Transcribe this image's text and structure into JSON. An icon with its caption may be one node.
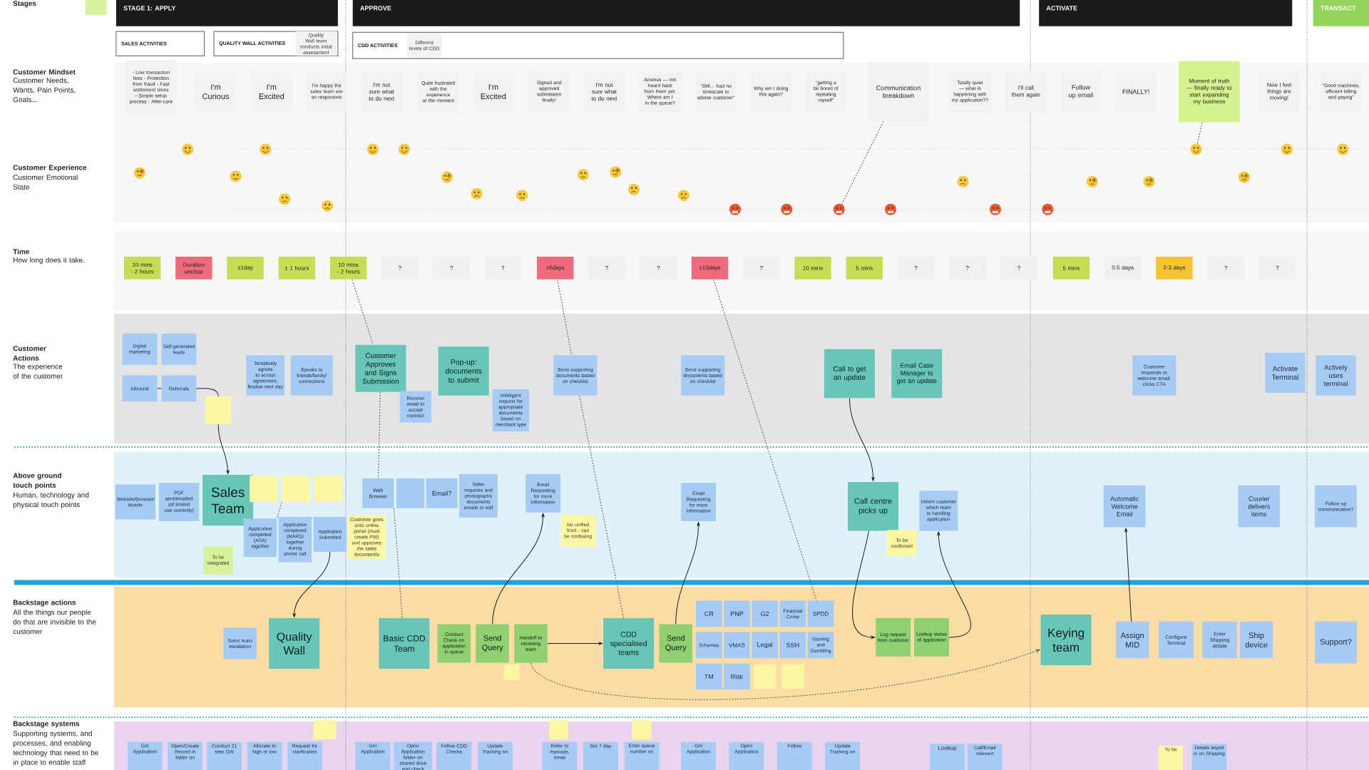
{
  "diagram": {
    "nodes": [
      {
        "text": [
          "STAGE 1: APPLY"
        ]
      },
      {
        "text": [
          "APPROVE"
        ]
      },
      {
        "text": [
          "ACTIVATE"
        ]
      },
      {
        "text": [
          "TRANSACT"
        ]
      },
      {
        "text": [
          "SALES ACTIVITIES"
        ]
      },
      {
        "text": [
          "QUALITY WALL ACTIVITIES"
        ]
      },
      {
        "text": [
          "Quality Wall team conducts initial assessment"
        ],
        "in": 5
      },
      {
        "text": [
          "CDD ACTIVITIES"
        ]
      },
      {
        "text": [
          "Different levels of CDD"
        ],
        "in": 7
      },
      {
        "text": [],
        "shape": "box"
      },
      {
        "text": [
          "- Low transaction fees - Protection from fraud - Fast settlement times - Simple setup process - After-care"
        ]
      },
      {
        "text": [
          "I'm Curious"
        ]
      },
      {
        "text": [
          "I'm Excited"
        ]
      },
      {
        "text": [
          "I'm happy the sales team are so responsive"
        ]
      },
      {
        "text": [
          "I'm not sure what to do next"
        ]
      },
      {
        "text": [
          "Quite frustrated with the experience at the moment"
        ]
      },
      {
        "text": [
          "I'm Excited"
        ]
      },
      {
        "text": [
          "Signed and approved submission finally!"
        ]
      },
      {
        "text": [
          "I'm not sure what to do next"
        ]
      },
      {
        "text": [
          "Anxious — not heard back from them yet. Where am I in the queue?"
        ]
      },
      {
        "text": [
          "\"Still... had no timescale to advise customer\""
        ]
      },
      {
        "text": [
          "Why am I doing this again?"
        ]
      },
      {
        "text": [
          "\"getting a bit bored of repeating myself\""
        ]
      },
      {
        "text": [
          "Communication breakdown"
        ]
      },
      {
        "text": [
          "Totally quiet — what is happening with my application??"
        ]
      },
      {
        "text": [
          "I'll call them again"
        ]
      },
      {
        "text": [
          "Follow up email"
        ]
      },
      {
        "text": [
          "FINALLY!"
        ]
      },
      {
        "text": [
          "Moment of truth — finally ready to start expanding my business"
        ]
      },
      {
        "text": [
          "Now I feel things are moving!"
        ]
      },
      {
        "text": [
          "\"Good machines, efficient billing and paying\""
        ]
      },
      {
        "text": [],
        "shape": "picture"
      },
      {
        "text": [],
        "shape": "picture"
      },
      {
        "text": [
          "10 mins - 2 hours"
        ]
      },
      {
        "text": [
          "Duration unclear"
        ]
      },
      {
        "text": [
          "±1day"
        ]
      },
      {
        "text": [
          "± 1 hours"
        ]
      },
      {
        "text": [
          "10 mins - 2 hours"
        ]
      },
      {
        "text": [
          "?"
        ]
      },
      {
        "text": [
          "?"
        ]
      },
      {
        "text": [
          "?"
        ]
      },
      {
        "text": [
          "±6days"
        ]
      },
      {
        "text": [
          "?"
        ]
      },
      {
        "text": [
          "?"
        ]
      },
      {
        "text": [
          "±13days"
        ]
      },
      {
        "text": [
          "?"
        ]
      },
      {
        "text": [
          "10 mins"
        ]
      },
      {
        "text": [
          "5 mins"
        ]
      },
      {
        "text": [
          "?"
        ]
      },
      {
        "text": [
          "?"
        ]
      },
      {
        "text": [
          "?"
        ]
      },
      {
        "text": [
          "5 mins"
        ]
      },
      {
        "text": [
          "0.5 days"
        ]
      },
      {
        "text": [
          "2-3 days"
        ]
      },
      {
        "text": [
          "?"
        ]
      },
      {
        "text": [
          "?"
        ]
      },
      {
        "text": [
          "Digital marketing"
        ]
      },
      {
        "text": [
          "Self-generated leads"
        ]
      },
      {
        "text": [
          "Inbound"
        ]
      },
      {
        "text": [
          "Referrals"
        ]
      },
      {
        "text": [],
        "shape": "box"
      },
      {
        "text": [
          "Tentatively agrees to accept agreement, finalise next day"
        ]
      },
      {
        "text": [
          "Speaks to friends/family/ connections"
        ]
      },
      {
        "text": [
          "Customer Approves and Signs Submission"
        ]
      },
      {
        "text": [
          "Receive email to accept contract"
        ]
      },
      {
        "text": [
          "Pop-up: documents to submit"
        ]
      },
      {
        "text": [
          "Intelligent request for appropriate documents based on merchant type"
        ]
      },
      {
        "text": [
          "Send supporting documents based on checklist"
        ]
      },
      {
        "text": [
          "Send supporting documents based on checklist"
        ]
      },
      {
        "text": [
          "Call to get an update"
        ]
      },
      {
        "text": [
          "Email Case Manager to get an update"
        ]
      },
      {
        "text": [
          "Customer responds to welcome email, clicks CTA"
        ]
      },
      {
        "text": [
          "Activate Terminal"
        ]
      },
      {
        "text": [
          "Actively uses terminal"
        ]
      },
      {
        "text": [
          "Website/Browser/ Mobile"
        ]
      },
      {
        "text": [
          "PDF sent/emailed (of limited use currently)"
        ]
      },
      {
        "text": [
          "Sales Team"
        ]
      },
      {
        "text": [],
        "shape": "box"
      },
      {
        "text": [],
        "shape": "box"
      },
      {
        "text": [],
        "shape": "box"
      },
      {
        "text": [
          "Application completed (ASA) together"
        ]
      },
      {
        "text": [
          "Application completed (MARS) together during phone call"
        ]
      },
      {
        "text": [
          "Application Submitted"
        ]
      },
      {
        "text": [
          "To be integrated"
        ]
      },
      {
        "text": [
          "Web Browser"
        ]
      },
      {
        "text": [],
        "shape": "box"
      },
      {
        "text": [
          "Email?"
        ]
      },
      {
        "text": [
          "Seller requests and photographs documents emails to self"
        ]
      },
      {
        "text": [
          "Customer goes onto online portal (must create PW) and approves the sales document/s"
        ]
      },
      {
        "text": [
          "Email Requesting for more information"
        ]
      },
      {
        "text": [
          "No unified front - can be confusing"
        ]
      },
      {
        "text": [
          "Email Requesting for more information"
        ]
      },
      {
        "text": [
          "Call centre picks up"
        ]
      },
      {
        "text": [
          "To be confirmed"
        ]
      },
      {
        "text": [
          "Inform customer which team is handling application"
        ]
      },
      {
        "text": [
          "Automatic Welcome Email"
        ]
      },
      {
        "text": [
          "Courier delivers items"
        ]
      },
      {
        "text": [
          "Follow up communication?"
        ]
      },
      {
        "text": [
          "Sales team escalation"
        ]
      },
      {
        "text": [
          "Quality Wall"
        ]
      },
      {
        "text": [
          "Basic CDD Team"
        ]
      },
      {
        "text": [
          "Conduct Check on application in queue"
        ]
      },
      {
        "text": [
          "Send Query"
        ]
      },
      {
        "text": [],
        "shape": "box"
      },
      {
        "text": [
          "Handoff to receiving team"
        ]
      },
      {
        "text": [
          "CDD specialised teams"
        ]
      },
      {
        "text": [
          "Send Query"
        ]
      },
      {
        "text": [
          "CR"
        ]
      },
      {
        "text": [
          "PNP"
        ]
      },
      {
        "text": [
          "G2"
        ]
      },
      {
        "text": [
          "Financial Crime"
        ]
      },
      {
        "text": [
          "SPDD"
        ]
      },
      {
        "text": [
          "Schemes"
        ]
      },
      {
        "text": [
          "VMAS"
        ]
      },
      {
        "text": [
          "Legal"
        ]
      },
      {
        "text": [
          "SSH"
        ]
      },
      {
        "text": [
          "Gaming and Gambling"
        ]
      },
      {
        "text": [
          "TM"
        ]
      },
      {
        "text": [
          "Risk"
        ]
      },
      {
        "text": [],
        "shape": "box"
      },
      {
        "text": [],
        "shape": "box"
      },
      {
        "text": [
          "Log request from customer"
        ]
      },
      {
        "text": [
          "Lookup status of application"
        ]
      },
      {
        "text": [
          "Keying team"
        ]
      },
      {
        "text": [
          "Assign MID"
        ]
      },
      {
        "text": [
          "Configure Terminal"
        ]
      },
      {
        "text": [
          "Enter Shipping details"
        ]
      },
      {
        "text": [
          "Ship device"
        ]
      },
      {
        "text": [
          "Support?"
        ]
      },
      {
        "text": [
          "Get Application"
        ]
      },
      {
        "text": [
          "Open/Create Record in folder on"
        ]
      },
      {
        "text": [
          "Conduct 21 step QW"
        ]
      },
      {
        "text": [
          "Allocate to high or low"
        ]
      },
      {
        "text": [
          "Request for clarification"
        ]
      },
      {
        "text": [],
        "shape": "box"
      },
      {
        "text": [
          "Get Application"
        ]
      },
      {
        "text": [
          "Open Application folder on shared drive and check"
        ]
      },
      {
        "text": [
          "Follow CDD Checks"
        ]
      },
      {
        "text": [
          "Update Tracking on"
        ]
      },
      {
        "text": [],
        "shape": "box"
      },
      {
        "text": [
          "Refer to manuals, email"
        ]
      },
      {
        "text": [
          "Set 7 day"
        ]
      },
      {
        "text": [],
        "shape": "box"
      },
      {
        "text": [
          "Enter queue number on"
        ]
      },
      {
        "text": [
          "Get Application"
        ]
      },
      {
        "text": [
          "Open Application"
        ]
      },
      {
        "text": [
          "Follow"
        ]
      },
      {
        "text": [
          "Update Tracking on"
        ]
      },
      {
        "text": [
          "Lookup"
        ]
      },
      {
        "text": [
          "Call/Email relevant"
        ]
      },
      {
        "text": [
          "To be"
        ]
      },
      {
        "text": [
          "Details keyed in on Shipping"
        ]
      }
    ],
    "edges": [
      {
        "from": 59,
        "to": 60,
        "arrow": "none"
      },
      {
        "from": 58,
        "to": 59,
        "arrow": "none"
      },
      {
        "from": 60,
        "to": 76,
        "arrow": "to"
      },
      {
        "from": 82,
        "to": 99,
        "arrow": "to"
      },
      {
        "from": 37,
        "to": 63,
        "arrow": "none",
        "style": "dashed"
      },
      {
        "from": 63,
        "to": 84,
        "arrow": "none",
        "style": "dashed"
      },
      {
        "from": 84,
        "to": 100,
        "arrow": "none",
        "style": "dashed"
      },
      {
        "from": 41,
        "to": 67,
        "arrow": "none",
        "style": "dashed"
      },
      {
        "from": 67,
        "to": 105,
        "arrow": "none",
        "style": "dashed"
      },
      {
        "from": 44,
        "to": 111,
        "arrow": "none",
        "style": "dashed"
      },
      {
        "from": 23,
        "to": 31,
        "arrow": "none",
        "style": "dashed"
      },
      {
        "from": 28,
        "to": 32,
        "arrow": "none",
        "style": "dashed"
      },
      {
        "from": 102,
        "to": 89,
        "arrow": "to"
      },
      {
        "from": 104,
        "to": 105,
        "arrow": "to"
      },
      {
        "from": 106,
        "to": 91,
        "arrow": "to"
      },
      {
        "from": 69,
        "to": 92,
        "arrow": "to"
      },
      {
        "from": 92,
        "to": 121,
        "arrow": "to"
      },
      {
        "from": 122,
        "to": 94,
        "arrow": "to"
      },
      {
        "from": 124,
        "to": 95,
        "arrow": "to"
      },
      {
        "from": 104,
        "to": 123,
        "arrow": "to",
        "style": "dashed"
      },
      {
        "from": 78,
        "to": 80,
        "arrow": "none",
        "style": "dashed"
      }
    ],
    "labels": [
      "Stages",
      "Customer Mindset",
      "Customer Needs, Wants, Pain Points, Goals...",
      "Customer Experience",
      "Customer Emotional State",
      "Time",
      "How long does it take.",
      "Customer Actions",
      "The experience of the customer",
      "Above ground touch points",
      "Human, technology and physical touch points",
      "Backstage actions",
      "All the things our people do that are invisible to the customer",
      "Backstage systems",
      "Supporting systems, and processes, and enabling technology that need to be in place to enable staff"
    ]
  }
}
